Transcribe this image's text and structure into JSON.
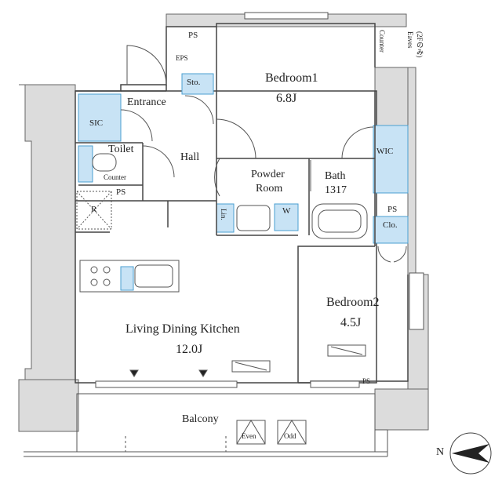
{
  "rooms": {
    "bedroom1": {
      "name": "Bedroom1",
      "size": "6.8J"
    },
    "bedroom2": {
      "name": "Bedroom2",
      "size": "4.5J"
    },
    "ldk": {
      "name": "Living Dining Kitchen",
      "size": "12.0J"
    },
    "powder": {
      "line1": "Powder",
      "line2": "Room"
    },
    "bath": {
      "name": "Bath",
      "size": "1317"
    },
    "hall": "Hall",
    "entrance": "Entrance",
    "toilet": "Toilet",
    "balcony": "Balcony"
  },
  "fixtures": {
    "ps_top": "PS",
    "eps": "EPS",
    "sto": "Sto.",
    "sic": "SIC",
    "counter_toilet": "Counter",
    "counter_top": "Counter",
    "ps_toilet": "PS",
    "r": "R",
    "lin": "Lin.",
    "w": "W",
    "wic": "WIC",
    "ps_right": "PS",
    "clo": "Clo.",
    "ps_bottom": "PS",
    "eaves": "Eaves",
    "eaves_note": "(2Fのみ)",
    "even": "Even",
    "odd": "Odd"
  },
  "compass": {
    "label": "N"
  },
  "colors": {
    "wall": "#dcdcdc",
    "wall_stroke": "#555555",
    "storage": "#c8e3f5",
    "storage_stroke": "#4a9fd1",
    "line": "#444444"
  }
}
